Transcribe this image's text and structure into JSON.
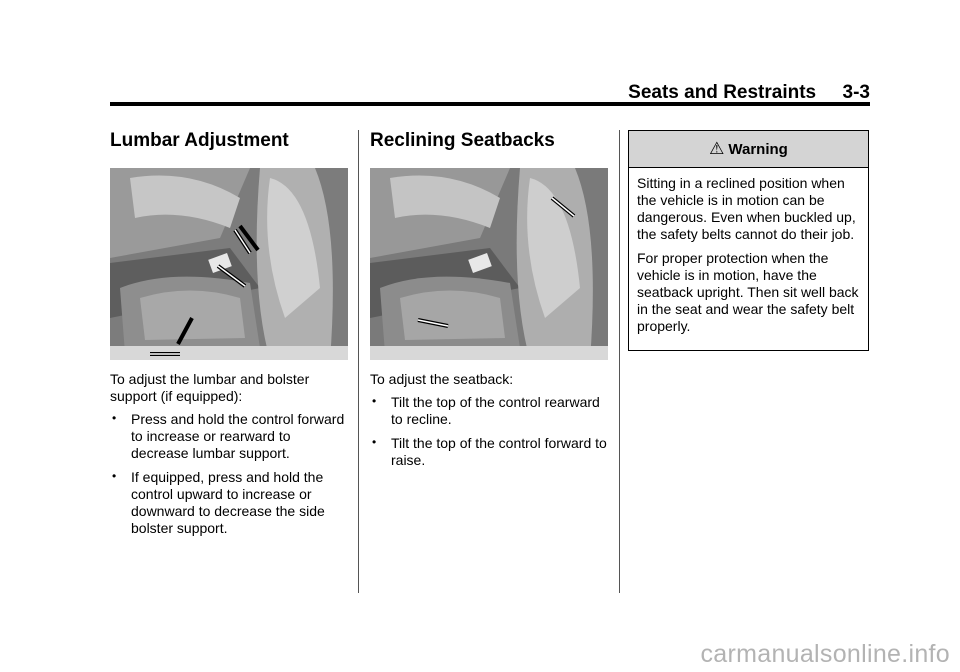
{
  "header": {
    "section_title": "Seats and Restraints",
    "page_number": "3-3"
  },
  "lumbar": {
    "heading": "Lumbar Adjustment",
    "intro": "To adjust the lumbar and bolster support (if equipped):",
    "bullets": [
      "Press and hold the control forward to increase or rearward to decrease lumbar support.",
      "If equipped, press and hold the control upward to increase or downward to decrease the side bolster support."
    ]
  },
  "reclining": {
    "heading": "Reclining Seatbacks",
    "intro": "To adjust the seatback:",
    "bullets": [
      "Tilt the top of the control rearward to recline.",
      "Tilt the top of the control forward to raise."
    ]
  },
  "warning": {
    "title": "Warning",
    "icon": "warning-triangle-icon",
    "paragraphs": [
      "Sitting in a reclined position when the vehicle is in motion can be dangerous. Even when buckled up, the safety belts cannot do their job.",
      "For proper protection when the vehicle is in motion, have the seatback upright. Then sit well back in the seat and wear the safety belt properly."
    ]
  },
  "watermark": "carmanualsonline.info"
}
